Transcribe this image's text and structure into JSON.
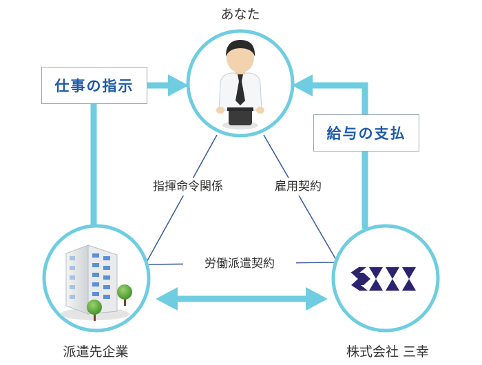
{
  "nodes": {
    "you": "あなた",
    "client_company": "派遣先企業",
    "sanko": "株式会社 三幸"
  },
  "relations": {
    "command": "指揮命令関係",
    "employment": "雇用契約",
    "dispatch": "労働派遣契約"
  },
  "flows": {
    "work_instruction": "仕事の指示",
    "salary_payment": "給与の支払"
  },
  "colors": {
    "accent": "#6ecde0",
    "line": "#3f5fa0",
    "label_box_text": "#1e5aa8",
    "logo": "#2b2270"
  }
}
